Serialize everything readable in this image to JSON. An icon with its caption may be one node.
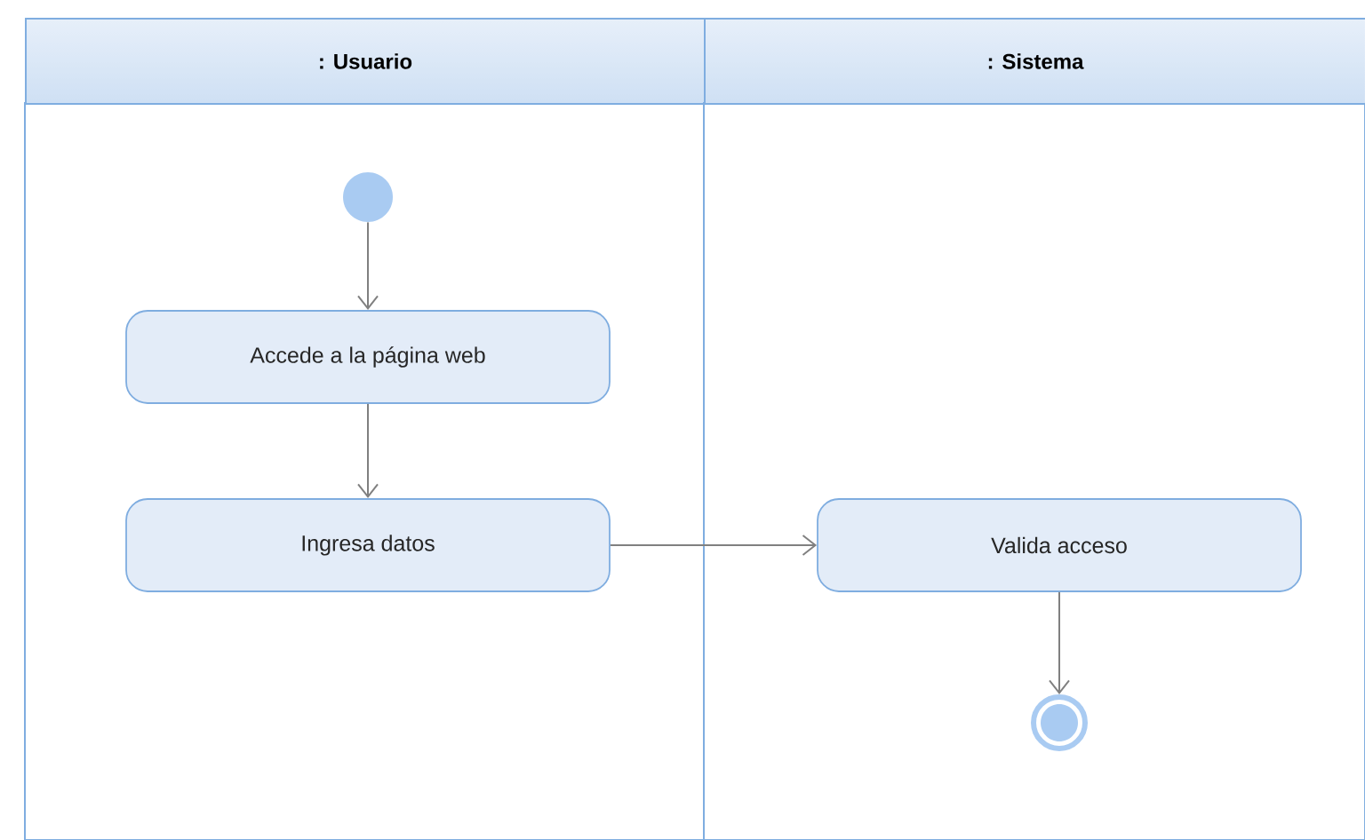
{
  "diagram": {
    "nodes": [
      {
        "text": [
          ": Usuario"
        ]
      },
      {
        "text": [
          ": Sistema"
        ]
      },
      {
        "text": [],
        "shape": "circle",
        "in": 0
      },
      {
        "text": [
          "Accede a la página web"
        ],
        "in": 0
      },
      {
        "text": [
          "Ingresa datos"
        ],
        "in": 0
      },
      {
        "text": [
          "Valida acceso"
        ],
        "in": 1
      },
      {
        "text": [],
        "shape": "bullseye",
        "in": 1
      }
    ],
    "edges": [
      {
        "from": 2,
        "to": 3,
        "arrow": "to"
      },
      {
        "from": 3,
        "to": 4,
        "arrow": "to"
      },
      {
        "from": 4,
        "to": 5,
        "arrow": "to"
      },
      {
        "from": 5,
        "to": 6,
        "arrow": "to"
      }
    ]
  }
}
